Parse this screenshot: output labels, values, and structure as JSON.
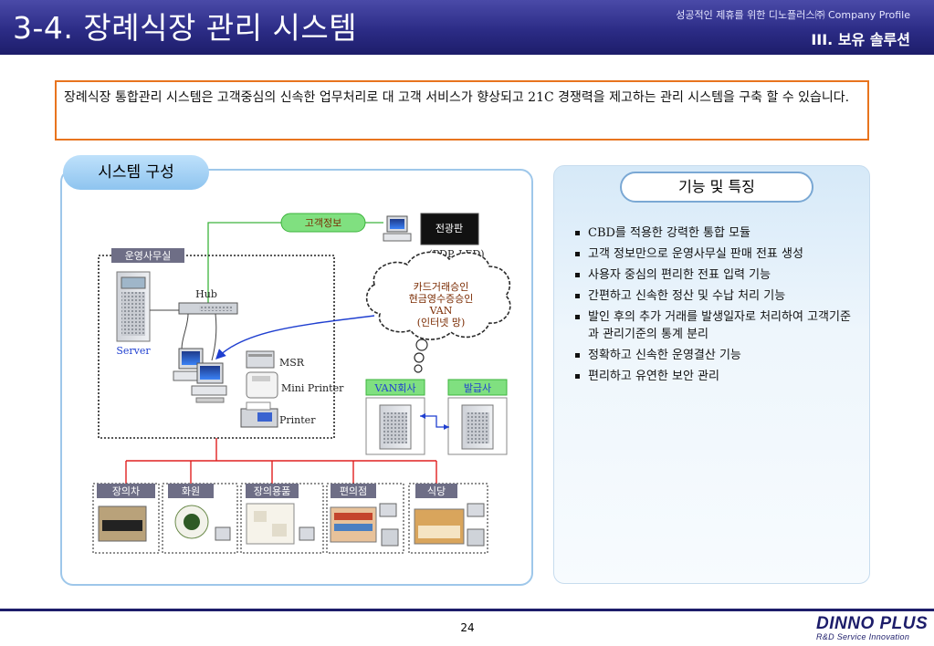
{
  "header": {
    "title": "3-4. 장례식장 관리 시스템",
    "company": "성공적인 제휴를 위한 디노플러스㈜ Company Profile",
    "section": "III. 보유 솔루션"
  },
  "intro": {
    "text": "장례식장 통합관리 시스템은 고객중심의 신속한 업무처리로 대 고객 서비스가 향상되고 21C 경쟁력을 제고하는 관리 시스템을 구축 할 수 있습니다."
  },
  "system": {
    "heading": "시스템 구성",
    "labels": {
      "customer_info": "고객정보",
      "display_board": "전광판",
      "display_type": "(PDP, LED)",
      "office": "운영사무실",
      "hub": "Hub",
      "server": "Server",
      "cloud": [
        "카드거래승인",
        "현금영수증승인",
        "VAN",
        "(인터넷 망)"
      ],
      "msr": "MSR",
      "mini_printer": "Mini Printer",
      "printer": "Printer",
      "van_company": "VAN회사",
      "issuer": "발급사"
    },
    "departments": [
      "장의차",
      "화원",
      "장의용품",
      "편의점",
      "식당"
    ]
  },
  "features": {
    "heading": "기능 및 특징",
    "items": [
      "CBD를 적용한 강력한 통합 모듈",
      "고객 정보만으로 운영사무실 판매 전표 생성",
      "사용자 중심의 편리한 전표 입력 기능",
      "간편하고 신속한 정산 및 수납 처리 기능",
      "발인 후의 추가 거래를 발생일자로 처리하여 고객기준과 관리기준의 통계 분리",
      "정확하고 신속한 운영결산 기능",
      "편리하고 유연한 보안 관리"
    ]
  },
  "footer": {
    "page": "24",
    "logo": "DINNO PLUS",
    "logo_tagline": "R&D Service Innovation"
  },
  "colors": {
    "header": "#2c2c86",
    "intro_border": "#e8741e",
    "panel_border": "#9ec7ea",
    "connector_red": "#e02020",
    "connector_green": "#3db33d",
    "arrow_blue": "#1f3fd0",
    "badge_green": "#80e080",
    "badge_gray": "#6e6e86"
  }
}
